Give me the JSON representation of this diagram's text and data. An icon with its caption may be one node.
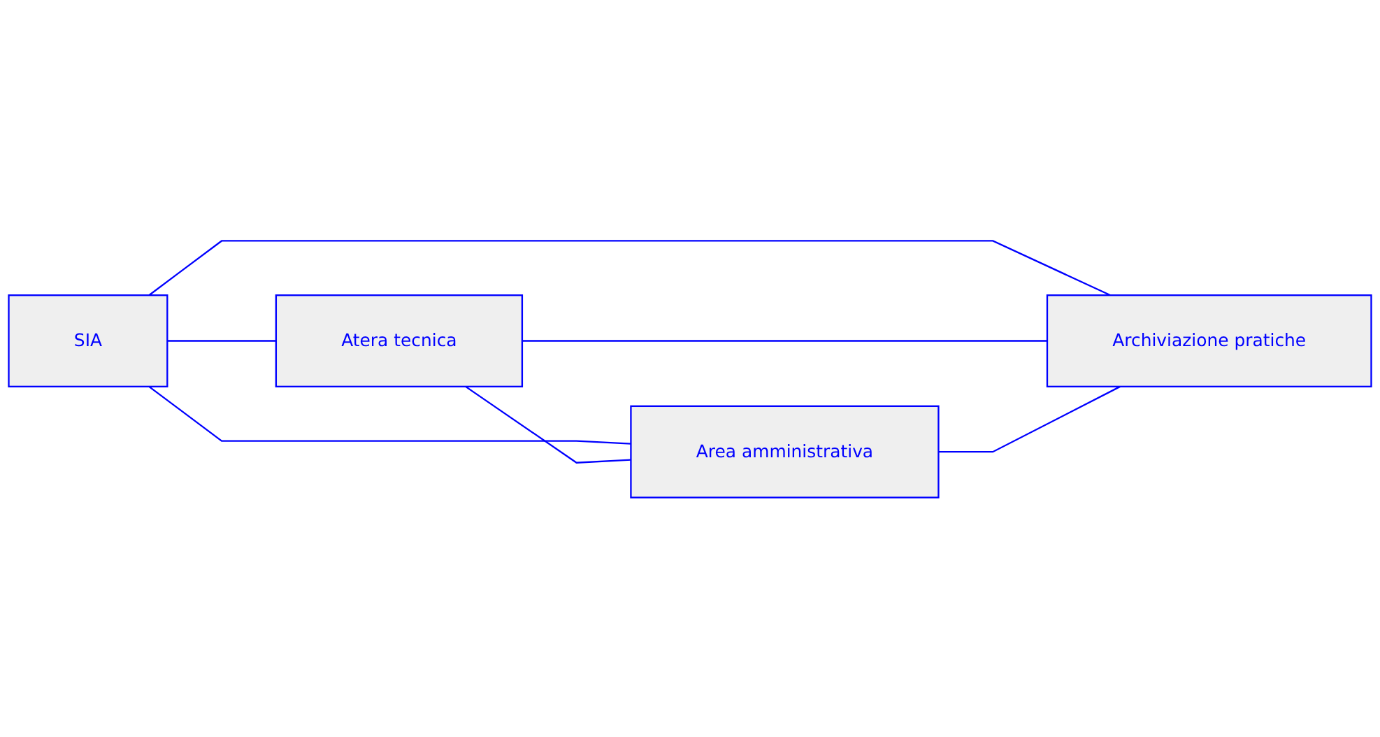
{
  "diagram": {
    "nodes": [
      {
        "text": [
          "Atera tecnica"
        ]
      },
      {
        "text": [
          "SIA"
        ]
      },
      {
        "text": [
          "Archiviazione pratiche"
        ]
      },
      {
        "text": [
          "Area amministrativa"
        ]
      }
    ],
    "edges": [
      {
        "from": 1,
        "to": 0,
        "arrow": "none"
      },
      {
        "from": 1,
        "to": 2,
        "arrow": "none"
      },
      {
        "from": 1,
        "to": 3,
        "arrow": "none"
      },
      {
        "from": 0,
        "to": 3,
        "arrow": "none"
      },
      {
        "from": 0,
        "to": 2,
        "arrow": "none"
      },
      {
        "from": 3,
        "to": 2,
        "arrow": "none"
      }
    ]
  }
}
